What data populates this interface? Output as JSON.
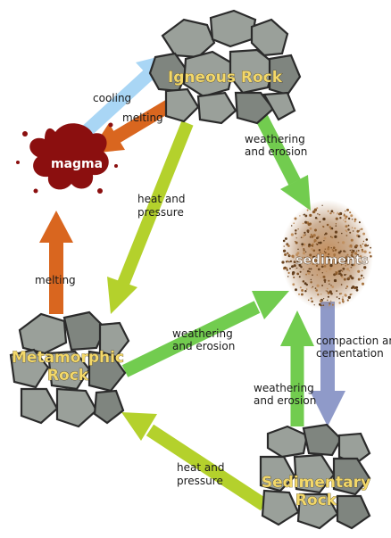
{
  "nodes": {
    "igneous": "Igneous Rock",
    "magma": "magma",
    "sediments": "sediments",
    "metamorphic_line1": "Metamorphic",
    "metamorphic_line2": "Rock",
    "sedimentary_line1": "Sedimentary",
    "sedimentary_line2": "Rock"
  },
  "edges": {
    "cooling": "cooling",
    "melting_igneous": "melting",
    "weathering_igneous_line1": "weathering",
    "weathering_igneous_line2": "and erosion",
    "heat_pressure_igneous_line1": "heat and",
    "heat_pressure_igneous_line2": "pressure",
    "melting_metamorphic": "melting",
    "weathering_metamorphic_line1": "weathering",
    "weathering_metamorphic_line2": "and erosion",
    "compaction_line1": "compaction and",
    "compaction_line2": "cementation",
    "weathering_sedimentary_line1": "weathering",
    "weathering_sedimentary_line2": "and erosion",
    "heat_pressure_sedimentary_line1": "heat and",
    "heat_pressure_sedimentary_line2": "pressure"
  },
  "colors": {
    "cooling_arrow": "#a9d6f5",
    "melting_arrow": "#d9661f",
    "weathering_arrow": "#72cc4f",
    "heat_pressure_arrow": "#b4d12c",
    "compaction_arrow": "#8f9ac9",
    "magma": "#8b0f0f",
    "sediments": "#8a5a2b",
    "rock": "#9aa09a",
    "label_text": "#f3d86a"
  }
}
